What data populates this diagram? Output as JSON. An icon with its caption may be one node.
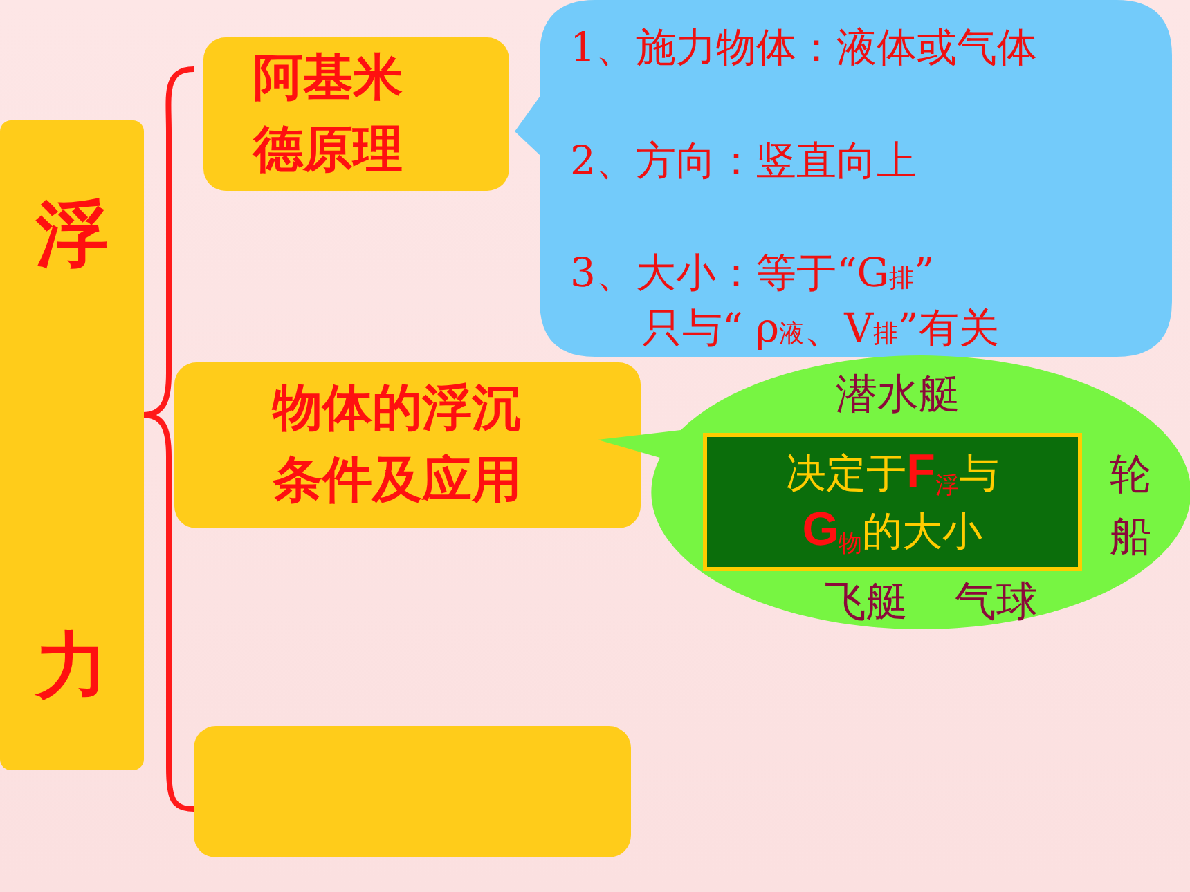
{
  "diagram": {
    "nodes": [
      {
        "text": [
          "浮力"
        ]
      },
      {
        "text": [
          "阿基米德原理"
        ]
      },
      {
        "text": [
          "物体的浮沉条件及应用"
        ]
      },
      {
        "text": [],
        "shape": "box"
      },
      {
        "text": [
          "1、施力物体：液体或气体",
          "2、方向：竖直向上",
          "3、大小：等于“G$_{排}$”",
          "只与“ ρ$_{液}$、V$_{排}$”有关"
        ]
      },
      {
        "text": [
          "潜水艇",
          "轮船",
          "飞艇",
          "气球"
        ]
      },
      {
        "text": [
          "决定于**F**$_{浮}$与**G**$_{物}$的大小"
        ],
        "in": 5
      }
    ]
  }
}
